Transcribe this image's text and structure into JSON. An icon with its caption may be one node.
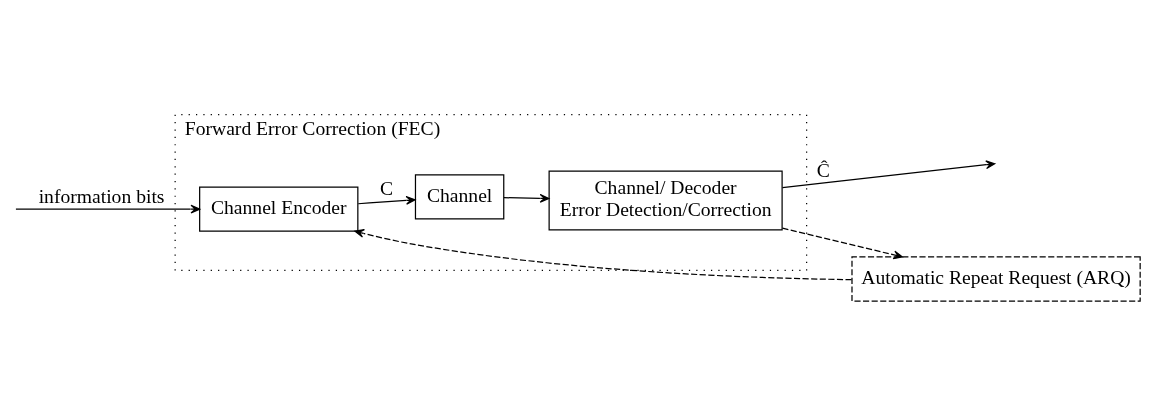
{
  "diagram": {
    "nodes": [
      {
        "text": [
          "Forward Error Correction (FEC)"
        ]
      },
      {
        "text": [
          "Channel Encoder"
        ],
        "in": 0
      },
      {
        "text": [
          "Channel"
        ],
        "in": 0
      },
      {
        "text": [
          "Channel/ Decoder",
          "Error Detection/Correction"
        ],
        "in": 0
      },
      {
        "text": [
          "Automatic Repeat Request (ARQ)"
        ]
      }
    ],
    "edges": [
      {
        "from": null,
        "to": 1,
        "arrow": "to",
        "label": "information bits"
      },
      {
        "from": 1,
        "to": 2,
        "arrow": "to",
        "label": "C"
      },
      {
        "from": 2,
        "to": 3,
        "arrow": "to"
      },
      {
        "from": 3,
        "to": null,
        "arrow": "to",
        "label": "Ĉ"
      },
      {
        "from": 3,
        "to": 4,
        "arrow": "to",
        "style": "dashed"
      },
      {
        "from": 4,
        "to": 1,
        "arrow": "to",
        "style": "dashed"
      }
    ]
  }
}
